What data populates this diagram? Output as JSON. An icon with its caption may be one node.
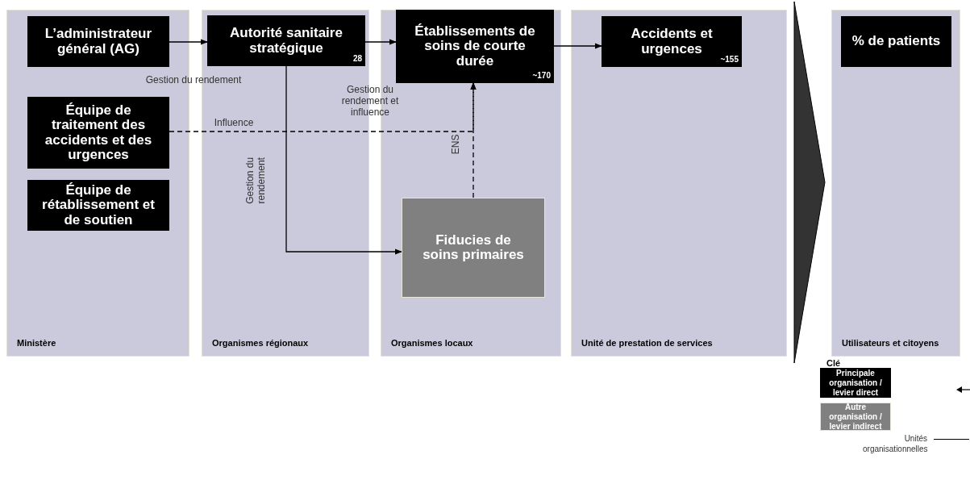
{
  "diagram": {
    "nodes": [
      {
        "text": [
          "Ministère"
        ]
      },
      {
        "text": [
          "L’administrateur général (AG)"
        ],
        "in": 0
      },
      {
        "text": [
          "Équipe de traitement des accidents et des urgences"
        ],
        "in": 0
      },
      {
        "text": [
          "Équipe de rétablissement et de soutien"
        ],
        "in": 0
      },
      {
        "text": [
          "Organismes régionaux"
        ]
      },
      {
        "text": [
          "Autorité sanitaire stratégique",
          "28"
        ],
        "in": 4
      },
      {
        "text": [
          "Organismes locaux"
        ]
      },
      {
        "text": [
          "Établissements de soins de courte durée",
          "~170"
        ],
        "in": 6
      },
      {
        "text": [
          "Fiducies de soins primaires"
        ],
        "in": 6
      },
      {
        "text": [
          "Unité de prestation de services"
        ]
      },
      {
        "text": [
          "Accidents et urgences",
          "~155"
        ],
        "in": 9
      },
      {
        "text": [
          "Utilisateurs et citoyens"
        ]
      },
      {
        "text": [
          "% de patients"
        ],
        "in": 11
      }
    ],
    "edges": [
      {
        "from": 1,
        "to": 5,
        "arrow": "to",
        "label": "Gestion du rendement"
      },
      {
        "from": 5,
        "to": 7,
        "arrow": "to",
        "label": "Gestion du rendement et influence"
      },
      {
        "from": 7,
        "to": 10,
        "arrow": "to"
      },
      {
        "from": 5,
        "to": 8,
        "arrow": "to",
        "label": "Gestion du rendement"
      },
      {
        "from": 2,
        "to": 7,
        "arrow": "to",
        "label": "Influence",
        "style": "dashed"
      },
      {
        "from": 8,
        "to": 7,
        "arrow": "to",
        "label": "ENS",
        "style": "dashed"
      }
    ],
    "labels": [
      "Clé"
    ],
    "legend": [
      {
        "text": "Principale organisation / levier direct",
        "color": "#000000"
      },
      {
        "text": "Autre organisation / levier indirect",
        "color": "#808080"
      },
      {
        "text": "Unités organisationnelles"
      }
    ]
  }
}
